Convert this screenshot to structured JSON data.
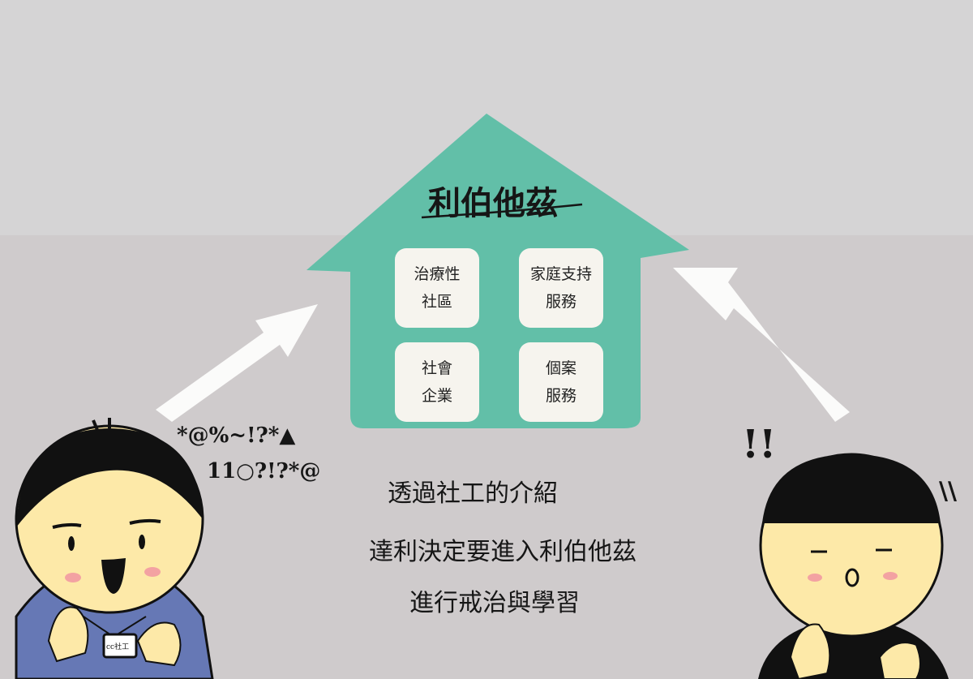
{
  "house": {
    "title": "利伯他茲",
    "services": [
      {
        "line1": "治療性",
        "line2": "社區"
      },
      {
        "line1": "家庭支持",
        "line2": "服務"
      },
      {
        "line1": "社會",
        "line2": "企業"
      },
      {
        "line1": "個案",
        "line2": "服務"
      }
    ]
  },
  "speech": {
    "line1": "*@%~!?*▲",
    "line2": "11○?!?*@"
  },
  "exclaim": {
    "bang": "!!",
    "lines": "\\\\"
  },
  "name_tag": "cc社工",
  "caption": {
    "line1": "透過社工的介紹",
    "line2": "達利決定要進入利伯他茲",
    "line3": "進行戒治與學習"
  },
  "colors": {
    "house": "#62bfa8",
    "card": "#f6f4ee",
    "skin": "#fde9a8",
    "left_shirt": "#6678b5",
    "background": "#d5d4d5"
  }
}
